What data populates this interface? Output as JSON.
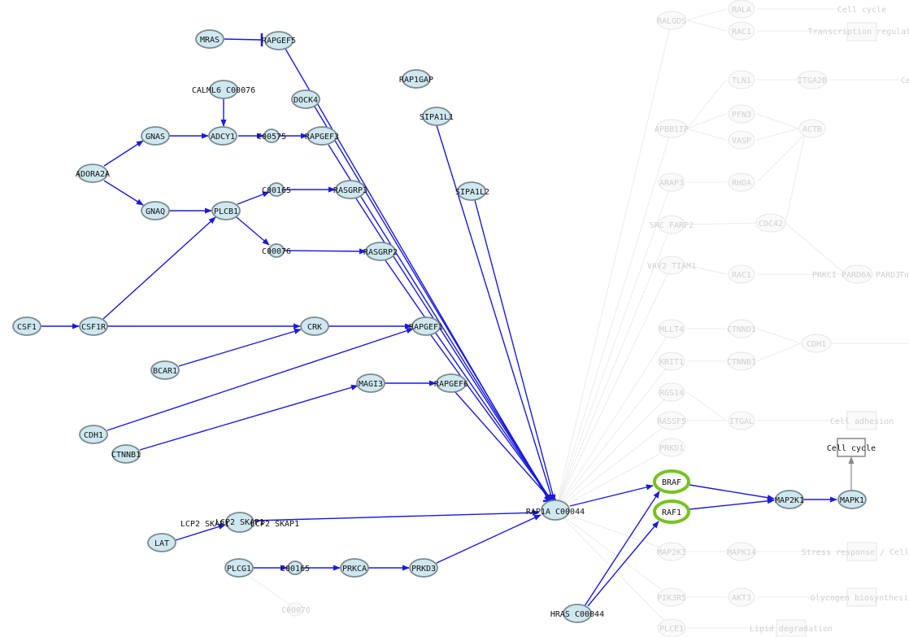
{
  "colors": {
    "node_fill": "#cfe8f0",
    "node_stroke": "#7a8a8f",
    "edge": "#1a1adf",
    "highlight": "#78c31e",
    "faded": "#ebebeb",
    "faded_text": "#cfcfcf",
    "annotation_edge": "#888888"
  },
  "nodes": {
    "mras": "MRAS",
    "rapgef5": "RAPGEF5",
    "calml6": "CALML6 C00076",
    "dock4": "DOCK4",
    "rap1gap": "RAP1GAP",
    "sipa1l1": "SIPA1L1",
    "gnas": "GNAS",
    "adcy1": "ADCY1",
    "c00575": "C00575",
    "rapgef3": "RAPGEF3",
    "adora2a": "ADORA2A",
    "sipa1l2": "SIPA1L2",
    "c00165a": "C00165",
    "rasgrp3": "RASGRP3",
    "gnaq": "GNAQ",
    "plcb1": "PLCB1",
    "c00076": "C00076",
    "rasgrp2": "RASGRP2",
    "csf1": "CSF1",
    "csf1r": "CSF1R",
    "crk": "CRK",
    "rapgef1": "RAPGEF1",
    "bcar1": "BCAR1",
    "magi3": "MAGI3",
    "rapgef6": "RAPGEF6",
    "cdh1": "CDH1",
    "ctnnb1": "CTNNB1",
    "lcp2_left": "LCP2 SKAP1",
    "lcp2_mid": "LCP2 SKAP1",
    "lcp2_right": "LCP2 SKAP1",
    "lat": "LAT",
    "plcg1": "PLCG1",
    "c00165b": "C00165",
    "prkca": "PRKCA",
    "prkd3": "PRKD3",
    "c00076b": "C00076",
    "rap1a": "RAP1A C00044",
    "hras": "HRAS C00044",
    "braf": "BRAF",
    "raf1": "RAF1",
    "map2k1": "MAP2K1",
    "mapk1": "MAPK1",
    "cellcycle": "Cell cycle"
  },
  "faded": {
    "ralgds": "RALGDS",
    "rala": "RALA",
    "cc_top": "Cell cycle",
    "rac1a": "RAC1",
    "transcription": "Transcription regulati",
    "tln1": "TLN1",
    "itga2b": "ITGA2B",
    "ce": "Ce",
    "apbb1ip": "APBB1IP",
    "pfn3": "PFN3",
    "vasp": "VASP",
    "actb": "ACTB",
    "arap3": "ARAP3",
    "rhoa": "RHOA",
    "src": "SRC FARP2",
    "cdc42": "CDC42",
    "vav2": "VAV2 TIAM1",
    "rac1b": "RAC1",
    "prkci": "PRKCI PARD6A PARD3",
    "tn": "Tn",
    "mllt4": "MLLT4",
    "ctnnd1": "CTNND1",
    "cdh1f": "CDH1",
    "krit1": "KRIT1",
    "ctnnb1f": "CTNNB1",
    "rgs14": "RGS14",
    "rassf5": "RASSF5",
    "itgal": "ITGAL",
    "celladh": "Cell adhesion",
    "prkd1": "PRKD1",
    "map2k3": "MAP2K3",
    "mapk14": "MAPK14",
    "stress": "Stress response / Cell c",
    "pik3r5": "PIK3R5",
    "akt3": "AKT3",
    "glycogen": "Glycogen biosynthesis",
    "plce1": "PLCE1",
    "lipid": "Lipid degradation"
  }
}
